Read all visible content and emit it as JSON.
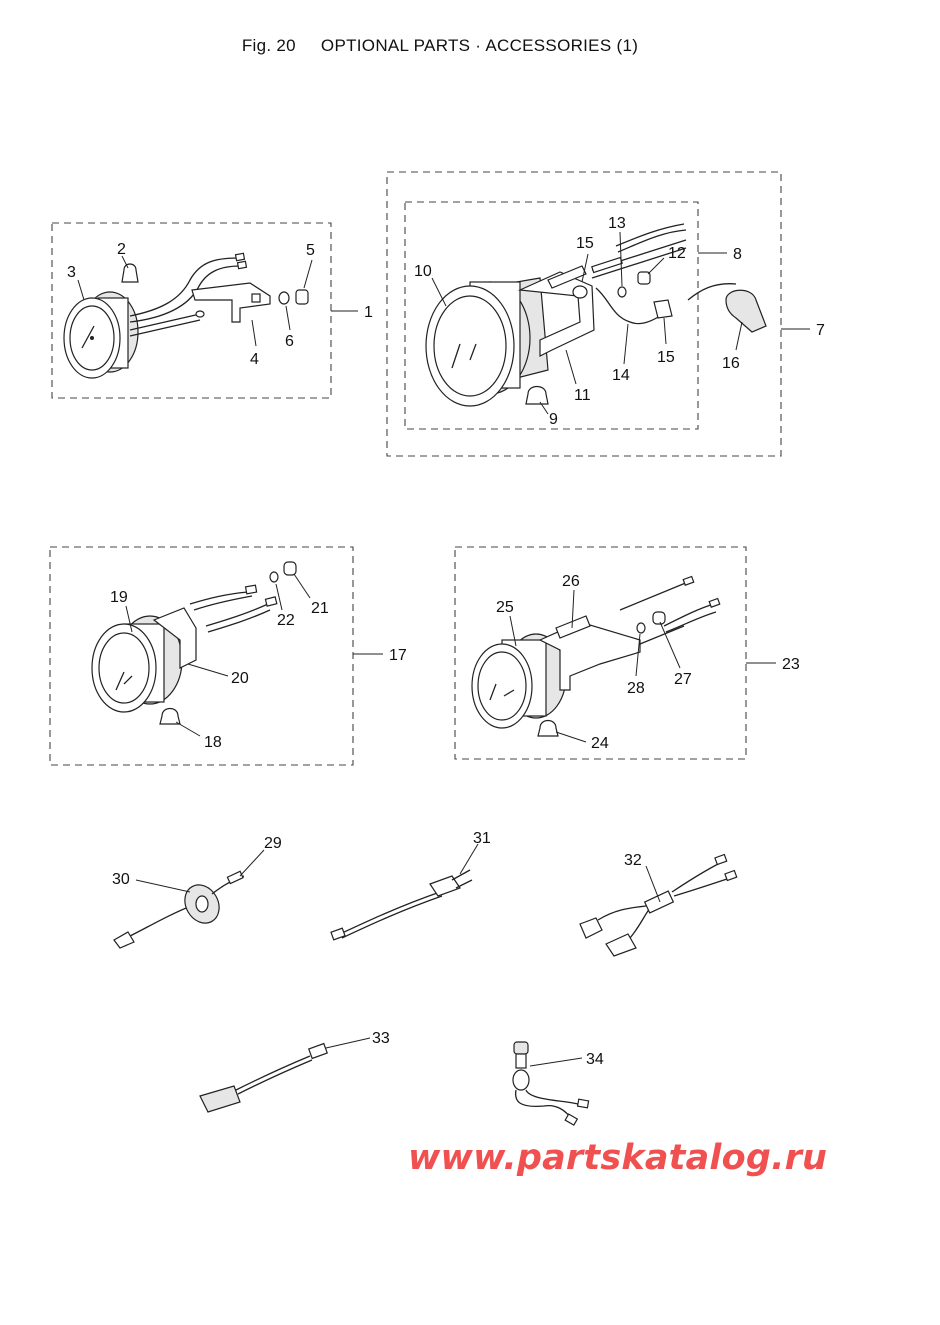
{
  "header": {
    "figure_label": "Fig. 20",
    "title": "OPTIONAL PARTS · ACCESSORIES (1)"
  },
  "callouts": {
    "c1": "1",
    "c2": "2",
    "c3": "3",
    "c4": "4",
    "c5": "5",
    "c6": "6",
    "c7": "7",
    "c8": "8",
    "c9": "9",
    "c10": "10",
    "c11": "11",
    "c12": "12",
    "c13": "13",
    "c14": "14",
    "c15a": "15",
    "c15b": "15",
    "c16": "16",
    "c17": "17",
    "c18": "18",
    "c19": "19",
    "c20": "20",
    "c21": "21",
    "c22": "22",
    "c23": "23",
    "c24": "24",
    "c25": "25",
    "c26": "26",
    "c27": "27",
    "c28": "28",
    "c29": "29",
    "c30": "30",
    "c31": "31",
    "c32": "32",
    "c33": "33",
    "c34": "34"
  },
  "watermark": "www.partskatalog.ru",
  "colors": {
    "watermark": "#f0504f",
    "lines": "#222222",
    "background": "#ffffff"
  }
}
